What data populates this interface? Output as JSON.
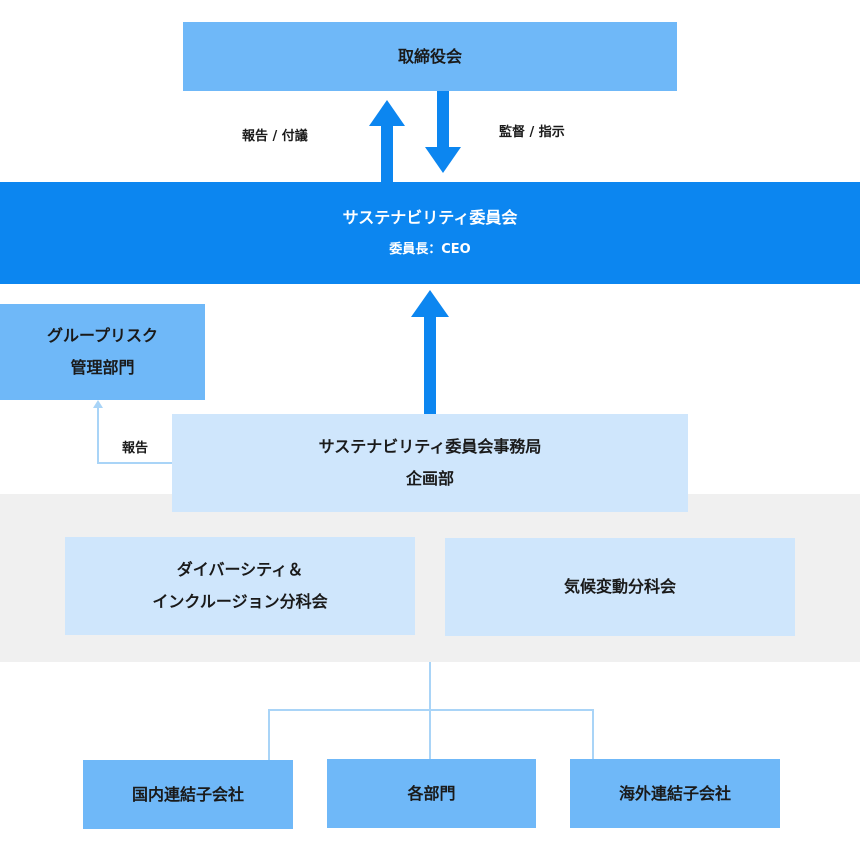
{
  "board": {
    "label": "取締役会"
  },
  "arrows": {
    "report_label": "報告 / 付議",
    "supervise_label": "監督 / 指示"
  },
  "committee": {
    "title": "サステナビリティ委員会",
    "chair": "委員長：CEO"
  },
  "risk_dept": {
    "line1": "グループリスク",
    "line2": "管理部門"
  },
  "secretariat": {
    "line1": "サステナビリティ委員会事務局",
    "line2": "企画部",
    "report_label": "報告"
  },
  "subcommittees": {
    "diversity": {
      "line1": "ダイバーシティ＆",
      "line2": "インクルージョン分科会"
    },
    "climate": {
      "label": "気候変動分科会"
    }
  },
  "units": {
    "domestic": "国内連結子会社",
    "departments": "各部門",
    "overseas": "海外連結子会社"
  },
  "colors": {
    "primary": "#0c86f0",
    "medium": "#6fb8f8",
    "light": "#cfe6fc",
    "band": "#f0f0f0",
    "connector": "#a9d4f7"
  }
}
